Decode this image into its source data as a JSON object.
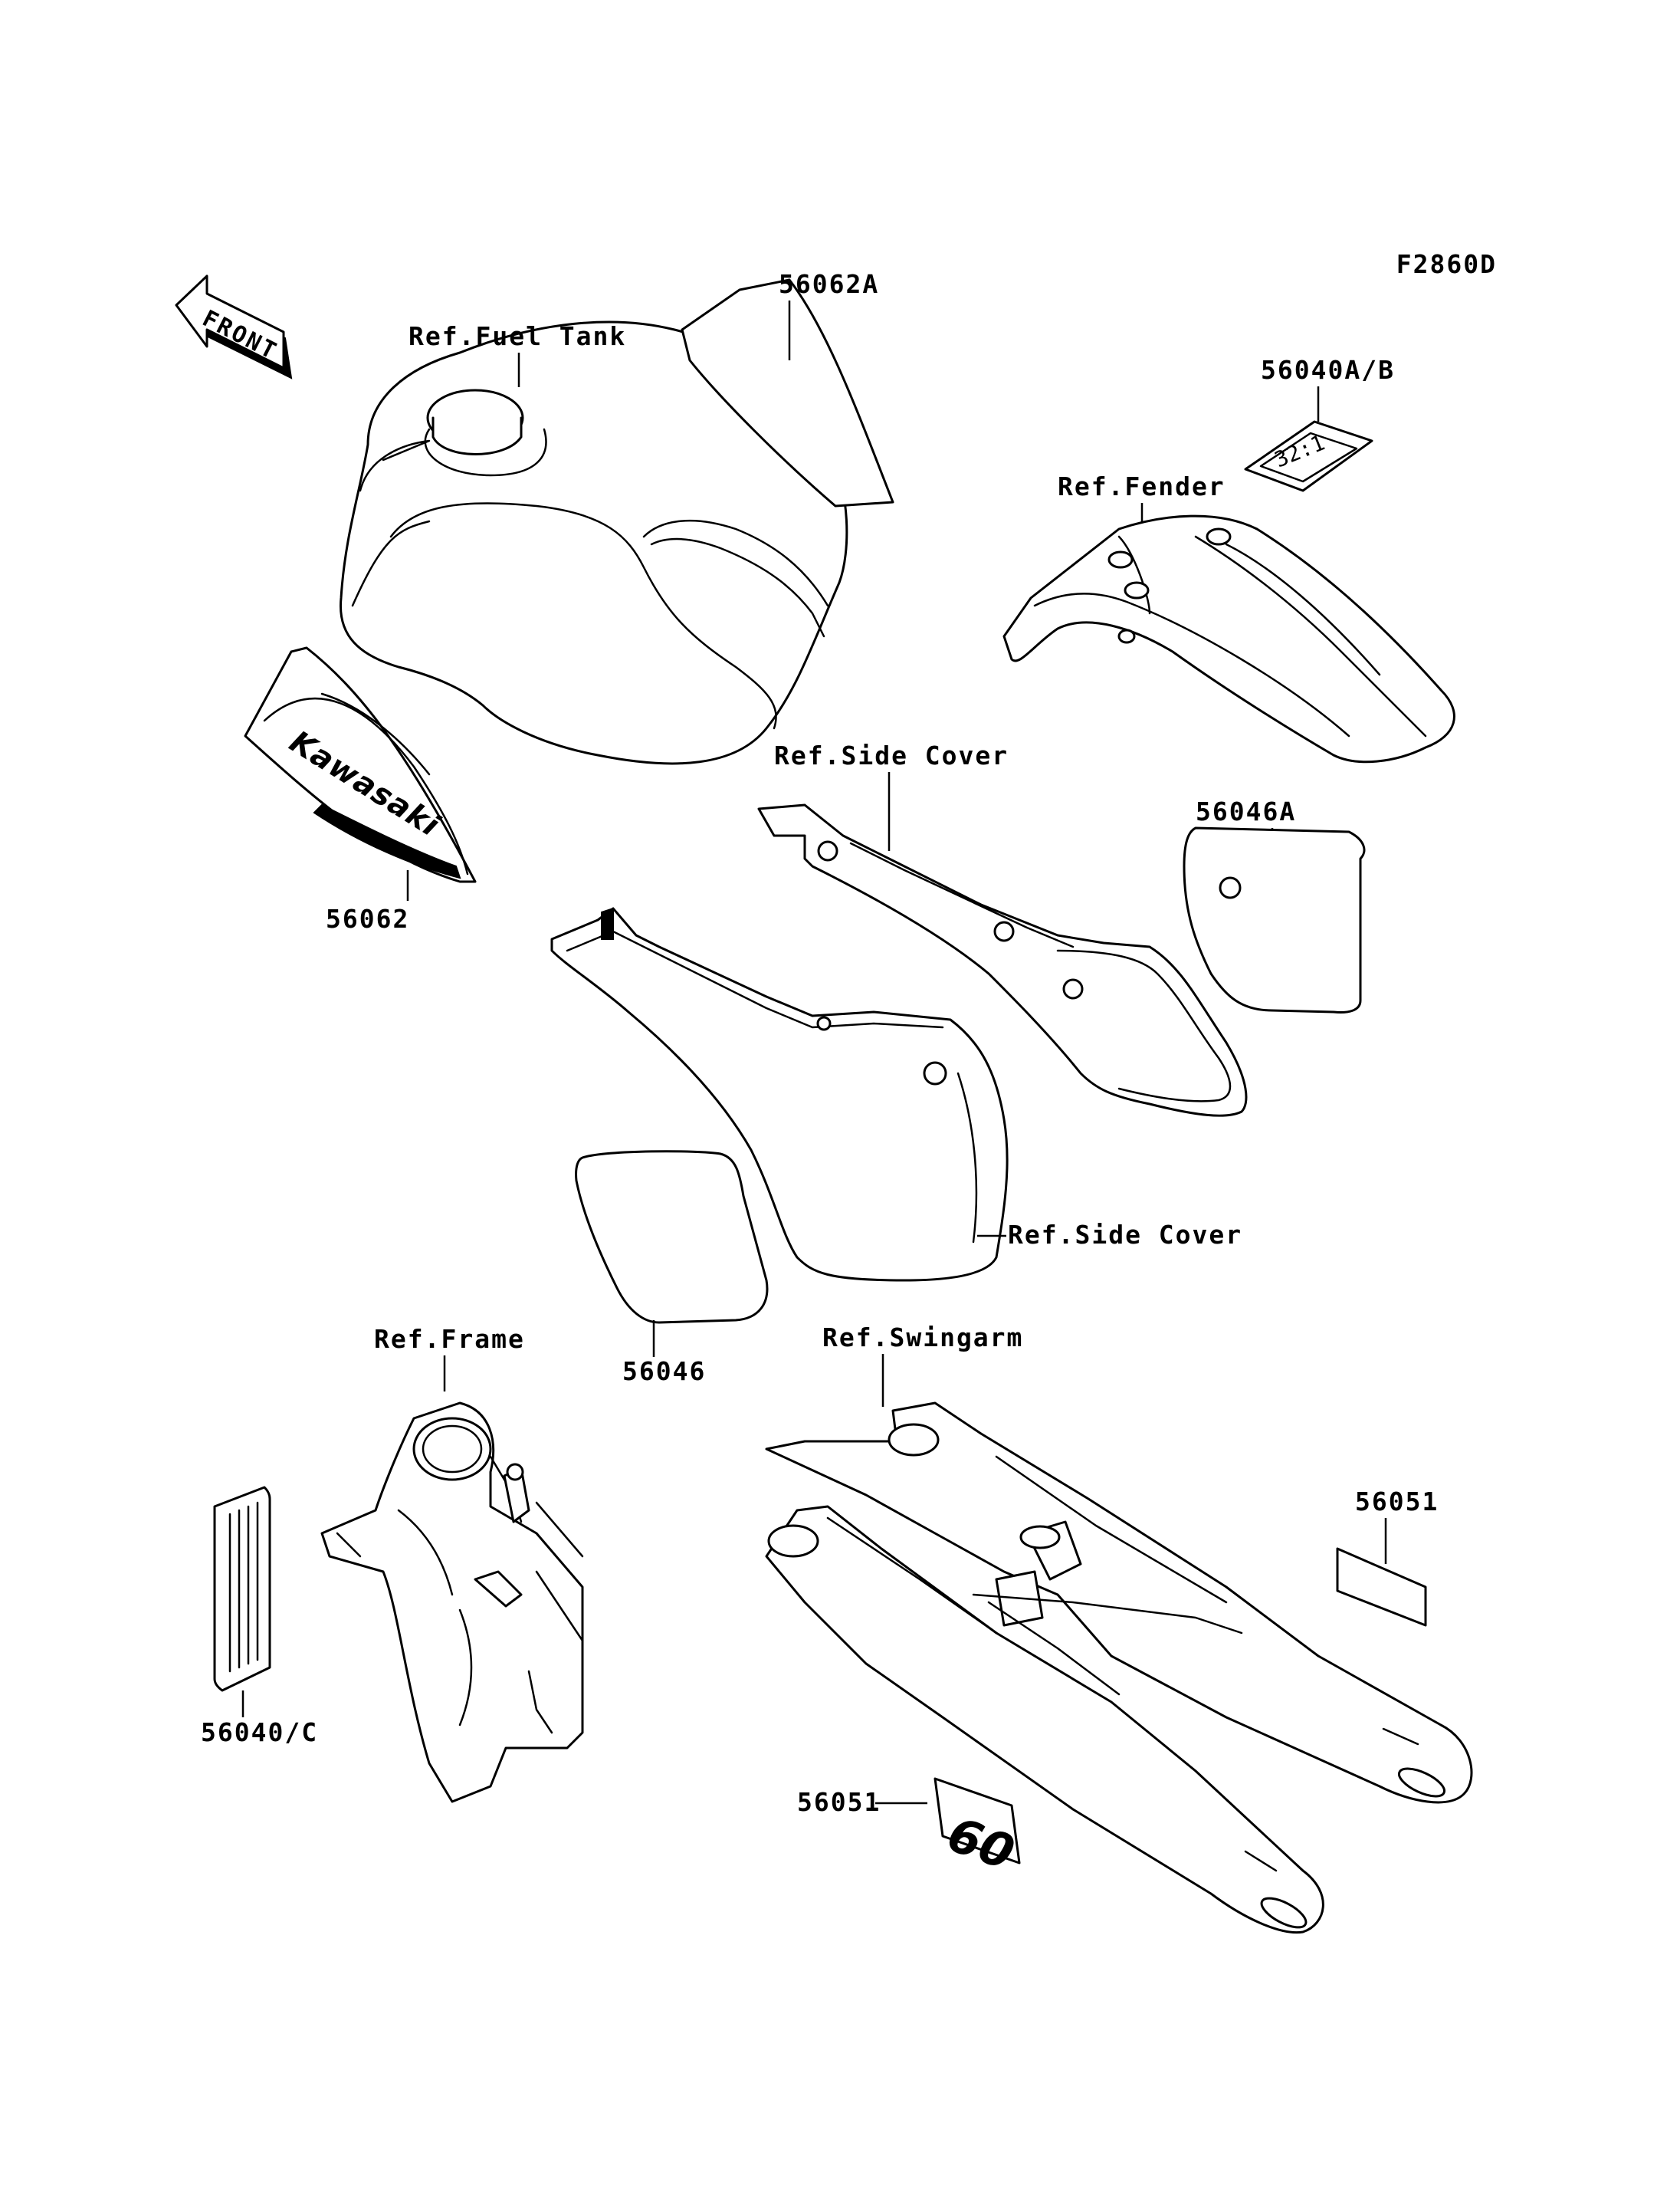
{
  "figure_code": "F2860D",
  "front_arrow": {
    "label": "FRONT",
    "icon": "front-arrow-icon"
  },
  "labels": {
    "ref_fuel_tank": "Ref.Fuel Tank",
    "ref_fender": "Ref.Fender",
    "ref_side_cover_top": "Ref.Side Cover",
    "ref_side_cover_right": "Ref.Side Cover",
    "ref_frame": "Ref.Frame",
    "ref_swingarm": "Ref.Swingarm"
  },
  "parts": {
    "p56062A": "56062A",
    "p56040AB": "56040A/B",
    "p56062": "56062",
    "p56046A": "56046A",
    "p56046": "56046",
    "p56051_upper": "56051",
    "p56051_lower": "56051",
    "p56040C": "56040/C"
  },
  "decal_texts": {
    "kawasaki": "Kawasaki",
    "mix_ratio": "32:1",
    "number_plate": "60"
  }
}
